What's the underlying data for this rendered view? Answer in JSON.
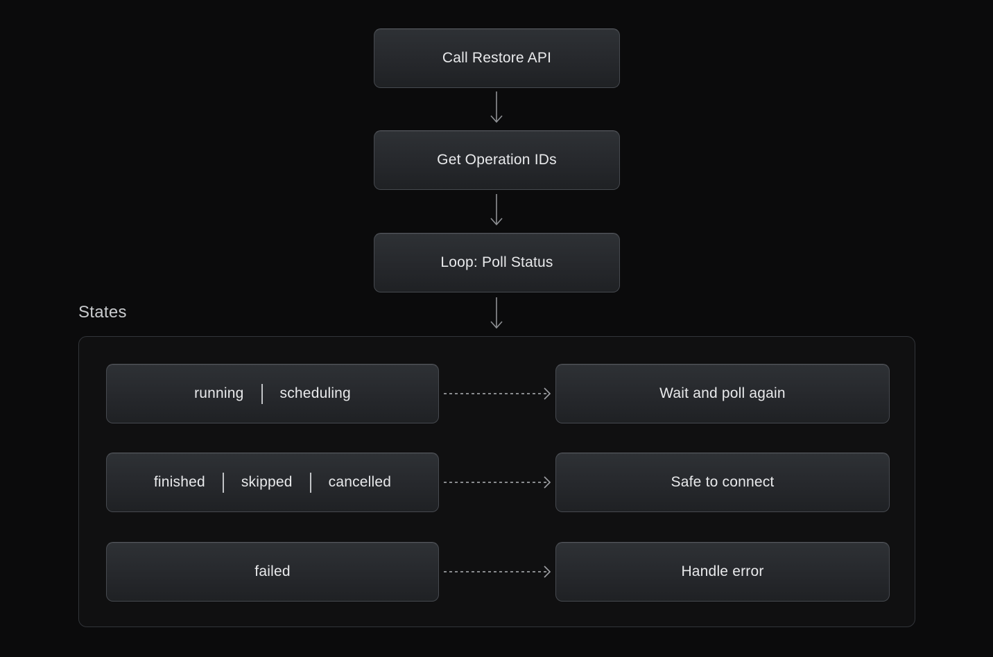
{
  "flow": {
    "steps": [
      {
        "label": "Call Restore API"
      },
      {
        "label": "Get Operation IDs"
      },
      {
        "label": "Loop: Poll Status"
      }
    ],
    "states_section": {
      "title": "States",
      "rows": [
        {
          "states": [
            "running",
            "scheduling"
          ],
          "action": "Wait and poll again"
        },
        {
          "states": [
            "finished",
            "skipped",
            "cancelled"
          ],
          "action": "Safe to connect"
        },
        {
          "states": [
            "failed"
          ],
          "action": "Handle error"
        }
      ]
    }
  },
  "colors": {
    "background": "#0b0b0c",
    "node_background_top": "#2e3135",
    "node_background_bottom": "#1f2124",
    "node_border": "#474a50",
    "node_text": "#e9eaec",
    "arrow": "#8e9094",
    "dashed_arrow": "#9b9da1",
    "container_border": "#32353a",
    "section_title": "#c9cbce"
  }
}
